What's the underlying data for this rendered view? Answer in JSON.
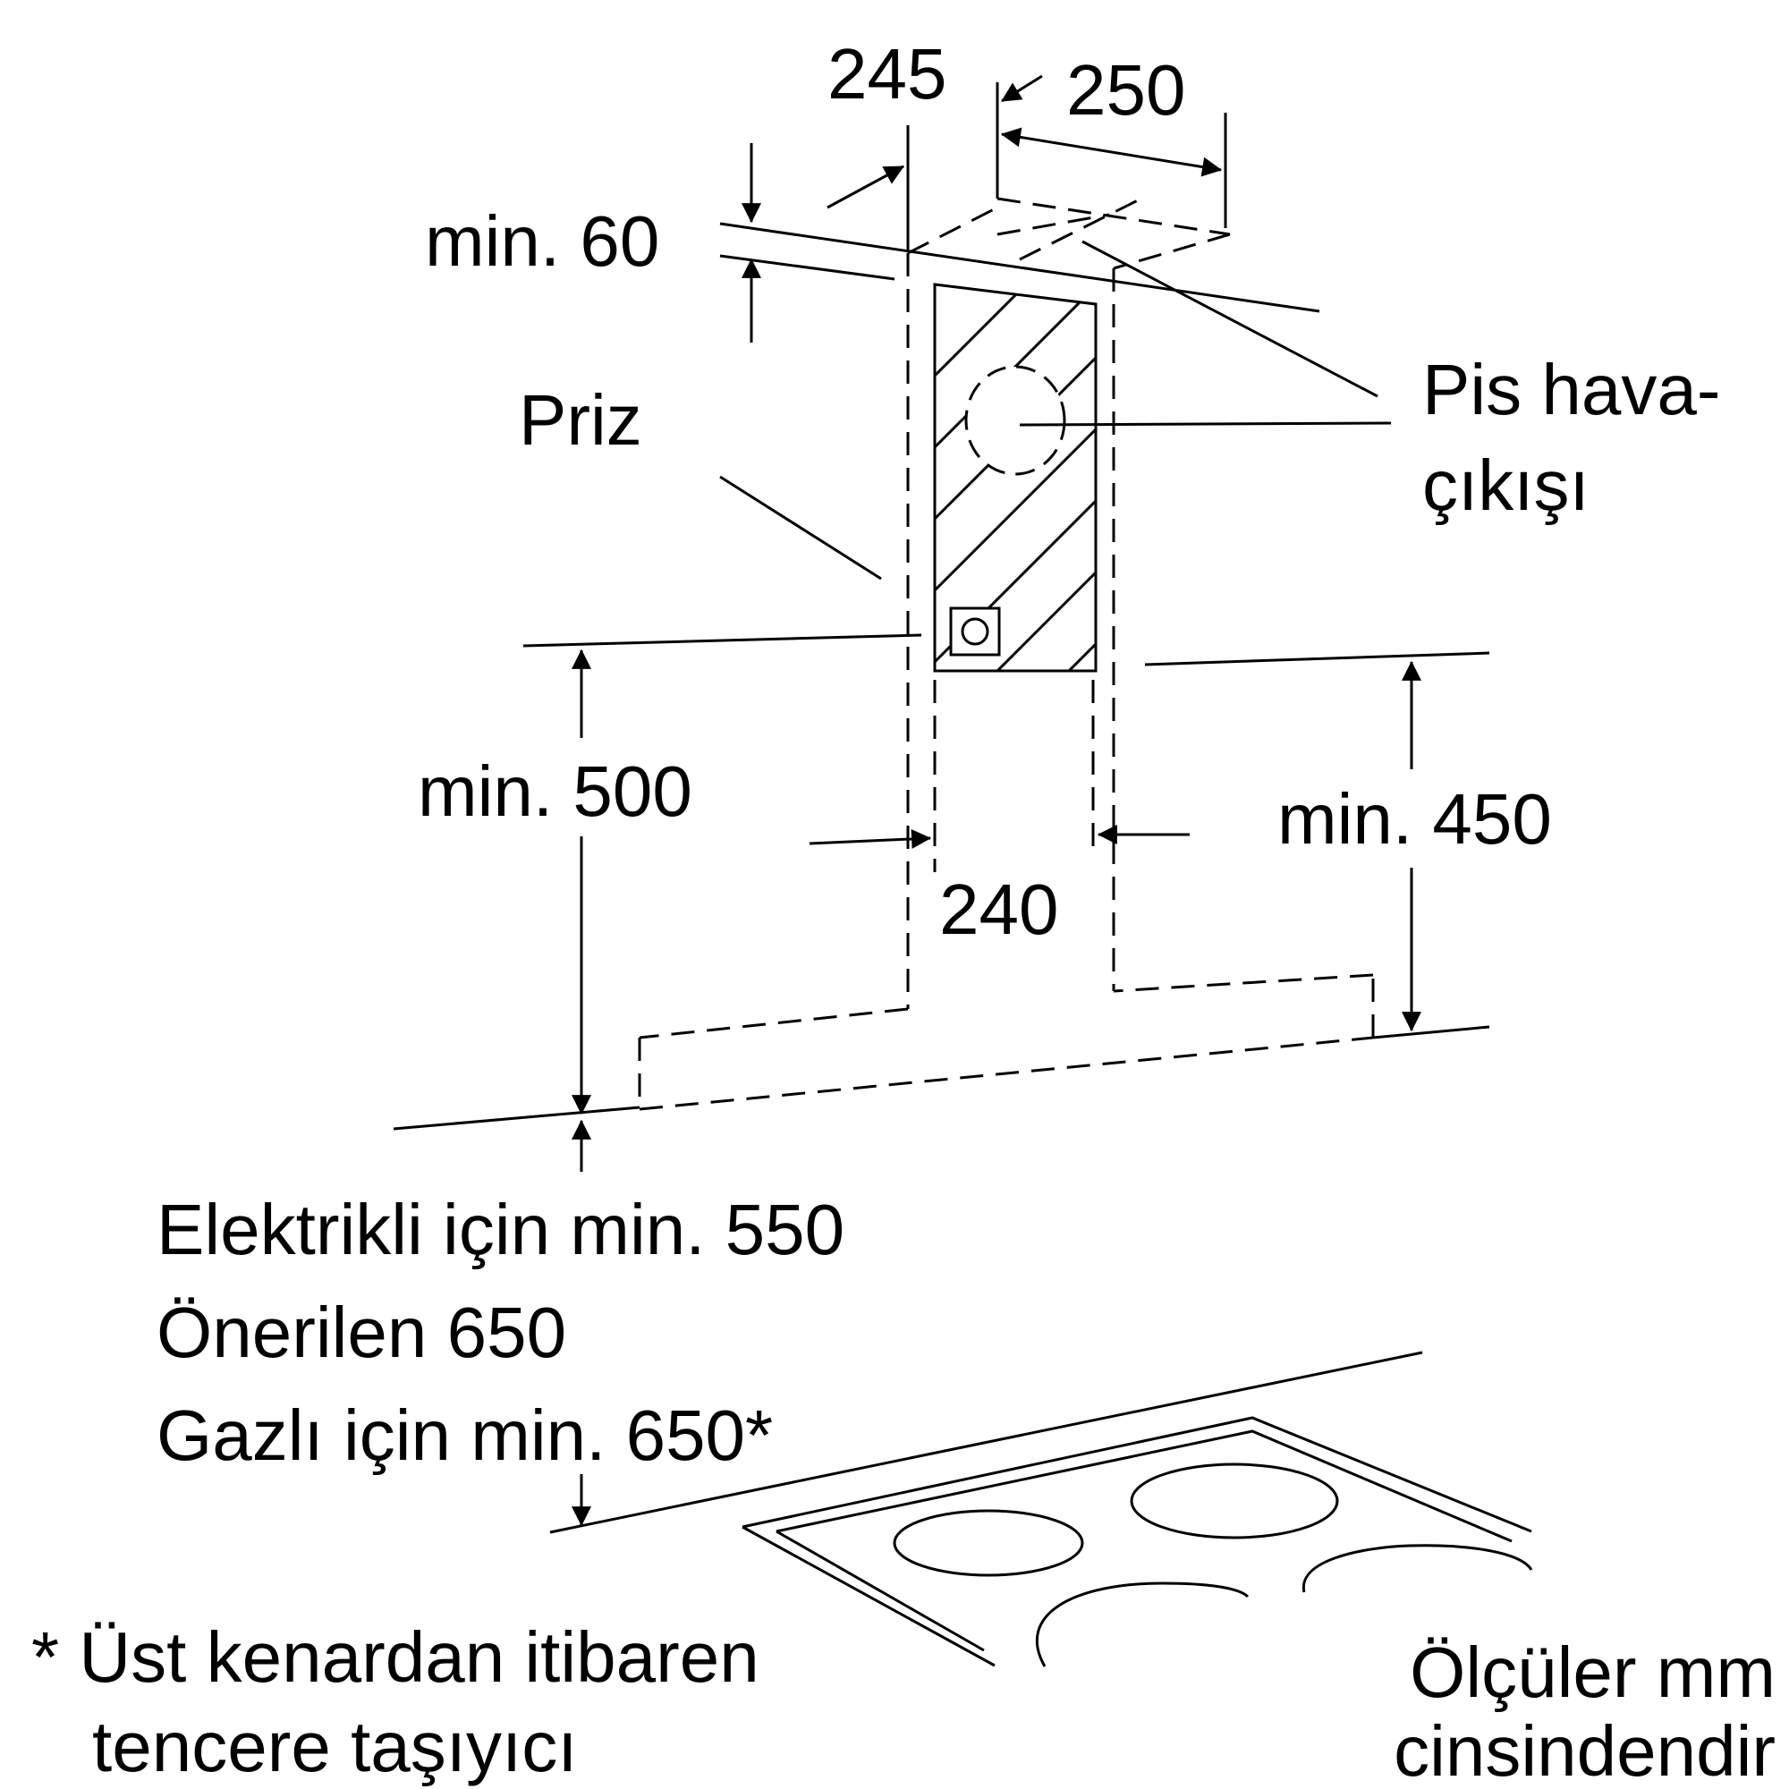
{
  "labels": {
    "dim_245": "245",
    "dim_250": "250",
    "min_60": "min. 60",
    "exhaust_line1": "Pis hava-",
    "exhaust_line2": "çıkışı",
    "socket": "Priz",
    "min_500": "min. 500",
    "min_450": "min. 450",
    "dim_240": "240",
    "electric_min": "Elektrikli için min. 550",
    "recommended": "Önerilen 650",
    "gas_min": "Gazlı için min. 650*",
    "footnote_line1": "* Üst kenardan itibaren",
    "footnote_line2": "tencere taşıyıcı",
    "units_line1": "Ölçüler mm",
    "units_line2": "cinsindendir"
  }
}
